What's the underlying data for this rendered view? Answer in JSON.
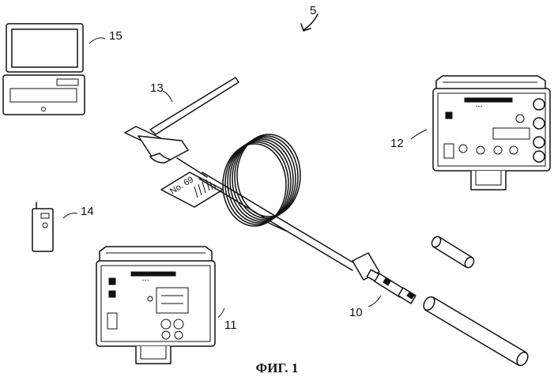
{
  "figure": {
    "caption": "ФИГ. 1",
    "ref_numerals": {
      "system": "5",
      "probe": "10",
      "instrument_left": "11",
      "instrument_right": "12",
      "handle": "13",
      "remote": "14",
      "laptop": "15"
    },
    "tag_text": "No. 69"
  }
}
